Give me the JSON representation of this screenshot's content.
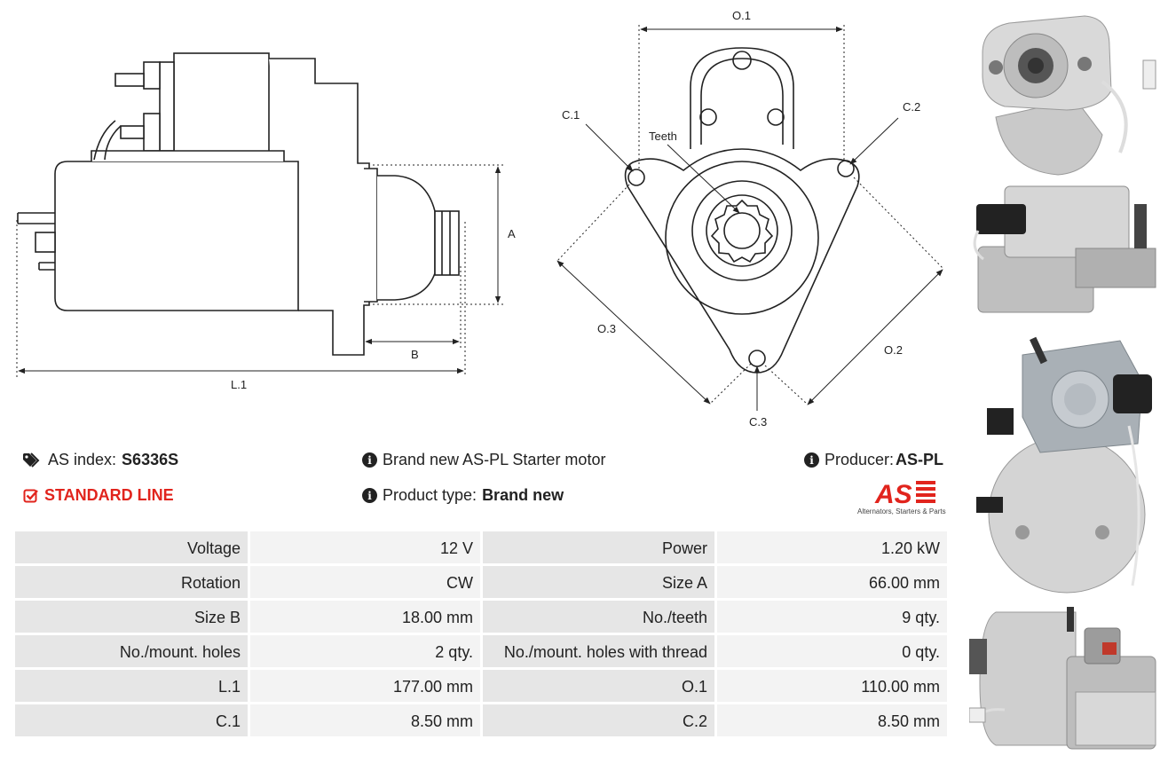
{
  "drawing": {
    "side_labels": {
      "a": "A",
      "b": "B",
      "l1": "L.1"
    },
    "front_labels": {
      "o1": "O.1",
      "o2": "O.2",
      "o3": "O.3",
      "c1": "C.1",
      "c2": "C.2",
      "c3": "C.3",
      "teeth": "Teeth"
    }
  },
  "info": {
    "as_index_label": "AS index:",
    "as_index_value": "S6336S",
    "standard_line": "STANDARD LINE",
    "description": "Brand new AS-PL Starter motor",
    "product_type_label": "Product type:",
    "product_type_value": "Brand new",
    "producer_label": "Producer:",
    "producer_value": "AS-PL"
  },
  "logo": {
    "mark": "AS",
    "tagline": "Alternators, Starters & Parts",
    "color": "#e1241d"
  },
  "specs": [
    {
      "l1": "Voltage",
      "v1": "12 V",
      "l2": "Power",
      "v2": "1.20 kW"
    },
    {
      "l1": "Rotation",
      "v1": "CW",
      "l2": "Size A",
      "v2": "66.00 mm"
    },
    {
      "l1": "Size B",
      "v1": "18.00 mm",
      "l2": "No./teeth",
      "v2": "9 qty."
    },
    {
      "l1": "No./mount. holes",
      "v1": "2 qty.",
      "l2": "No./mount. holes with thread",
      "v2": "0 qty."
    },
    {
      "l1": "L.1",
      "v1": "177.00 mm",
      "l2": "O.1",
      "v2": "110.00 mm"
    },
    {
      "l1": "C.1",
      "v1": "8.50 mm",
      "l2": "C.2",
      "v2": "8.50 mm"
    }
  ]
}
